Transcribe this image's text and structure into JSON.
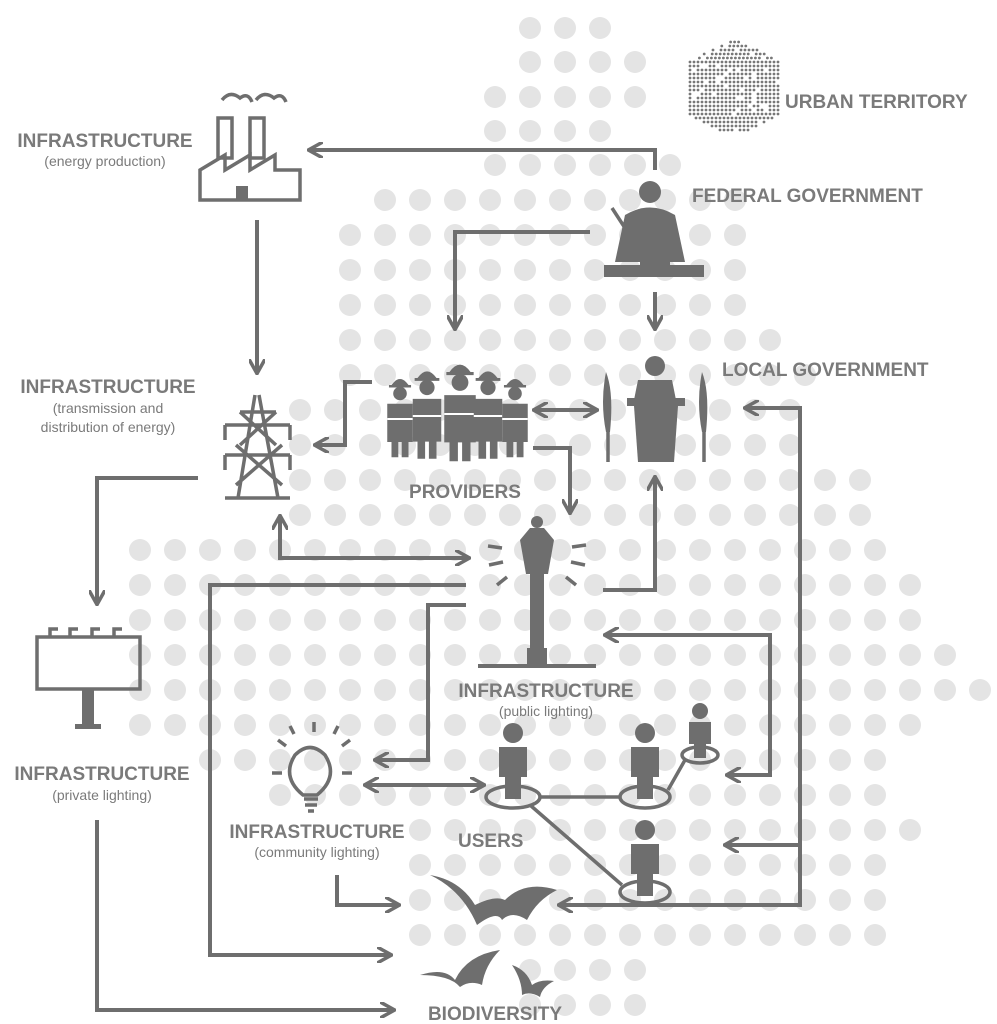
{
  "title": "Public lighting stakeholder and impact diagram",
  "colors": {
    "ink": "#6e6e6e",
    "text": "#7a7a7a",
    "dots": "#e4e4e4"
  },
  "nodes": {
    "urban_territory": {
      "title": "URBAN TERRITORY"
    },
    "federal_government": {
      "title": "FEDERAL GOVERNMENT"
    },
    "local_government": {
      "title": "LOCAL GOVERNMENT"
    },
    "energy_production": {
      "title": "INFRASTRUCTURE",
      "subtitle": "(energy production)"
    },
    "transmission": {
      "title": "INFRASTRUCTURE",
      "subtitle_line1": "(transmission and",
      "subtitle_line2": "distribution of energy)"
    },
    "providers": {
      "title": "PROVIDERS"
    },
    "public_lighting": {
      "title": "INFRASTRUCTURE",
      "subtitle": "(public lighting)"
    },
    "private_lighting": {
      "title": "INFRASTRUCTURE",
      "subtitle": "(private lighting)"
    },
    "community_lighting": {
      "title": "INFRASTRUCTURE",
      "subtitle": "(community lighting)"
    },
    "users": {
      "title": "USERS"
    },
    "biodiversity": {
      "title": "BIODIVERSITY"
    }
  }
}
